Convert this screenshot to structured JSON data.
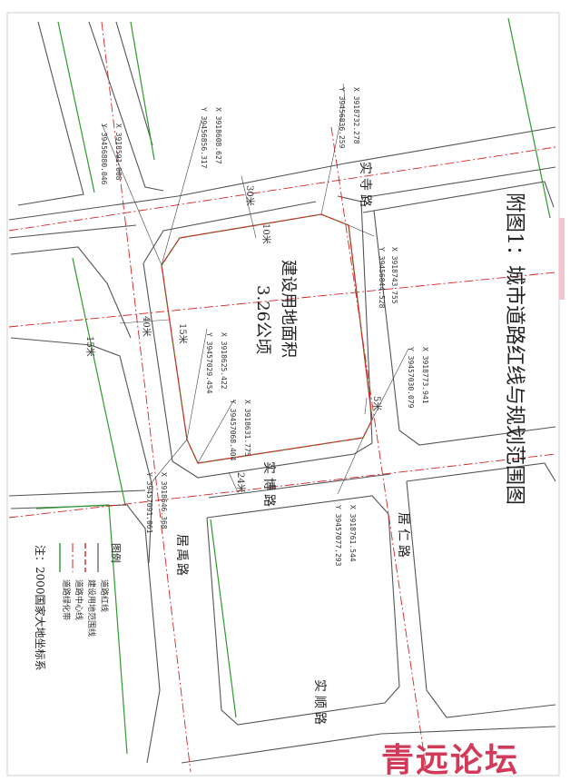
{
  "map": {
    "title": "附图1：城市道路红线与规划范围图",
    "area_label": "建设用地面积",
    "area_value": "3.26公顷",
    "roads": {
      "shisi": "实寺路",
      "jubo": "实博路",
      "juyu": "居禹路",
      "juren": "居仁路",
      "shishun": "实顺路"
    },
    "dimensions": {
      "d30": "30米",
      "d10": "10米",
      "d40": "40米",
      "d15a": "15米",
      "d15b": "15米",
      "d5": "5米",
      "d24": "24米"
    },
    "coords": [
      {
        "x": "X 3918732.278",
        "y": "Y 39456836.259"
      },
      {
        "x": "X 3918608.627",
        "y": "Y 39456856.317"
      },
      {
        "x": "X 3918591.008",
        "y": "Y 39456880.046"
      },
      {
        "x": "X 3918743.755",
        "y": "Y 39456844.528"
      },
      {
        "x": "X 3918773.941",
        "y": "Y 39457030.079"
      },
      {
        "x": "X 3918625.422",
        "y": "Y 39457029.454"
      },
      {
        "x": "X 3918631.775",
        "y": "Y 39457068.404"
      },
      {
        "x": "X 3918761.544",
        "y": "Y 39457077.293"
      },
      {
        "x": "X 3918646.368",
        "y": "Y 39457091.061"
      }
    ],
    "legend": {
      "title": "图例",
      "items": [
        {
          "label": "道路红线",
          "color": "#555555"
        },
        {
          "label": "建设用地范围线",
          "color": "#d62424"
        },
        {
          "label": "道路中心线",
          "color": "#d62424"
        },
        {
          "label": "道路绿化带",
          "color": "#2e9a2e"
        }
      ]
    },
    "note": "注：2000国家大地坐标系",
    "watermark": "青远论坛"
  }
}
